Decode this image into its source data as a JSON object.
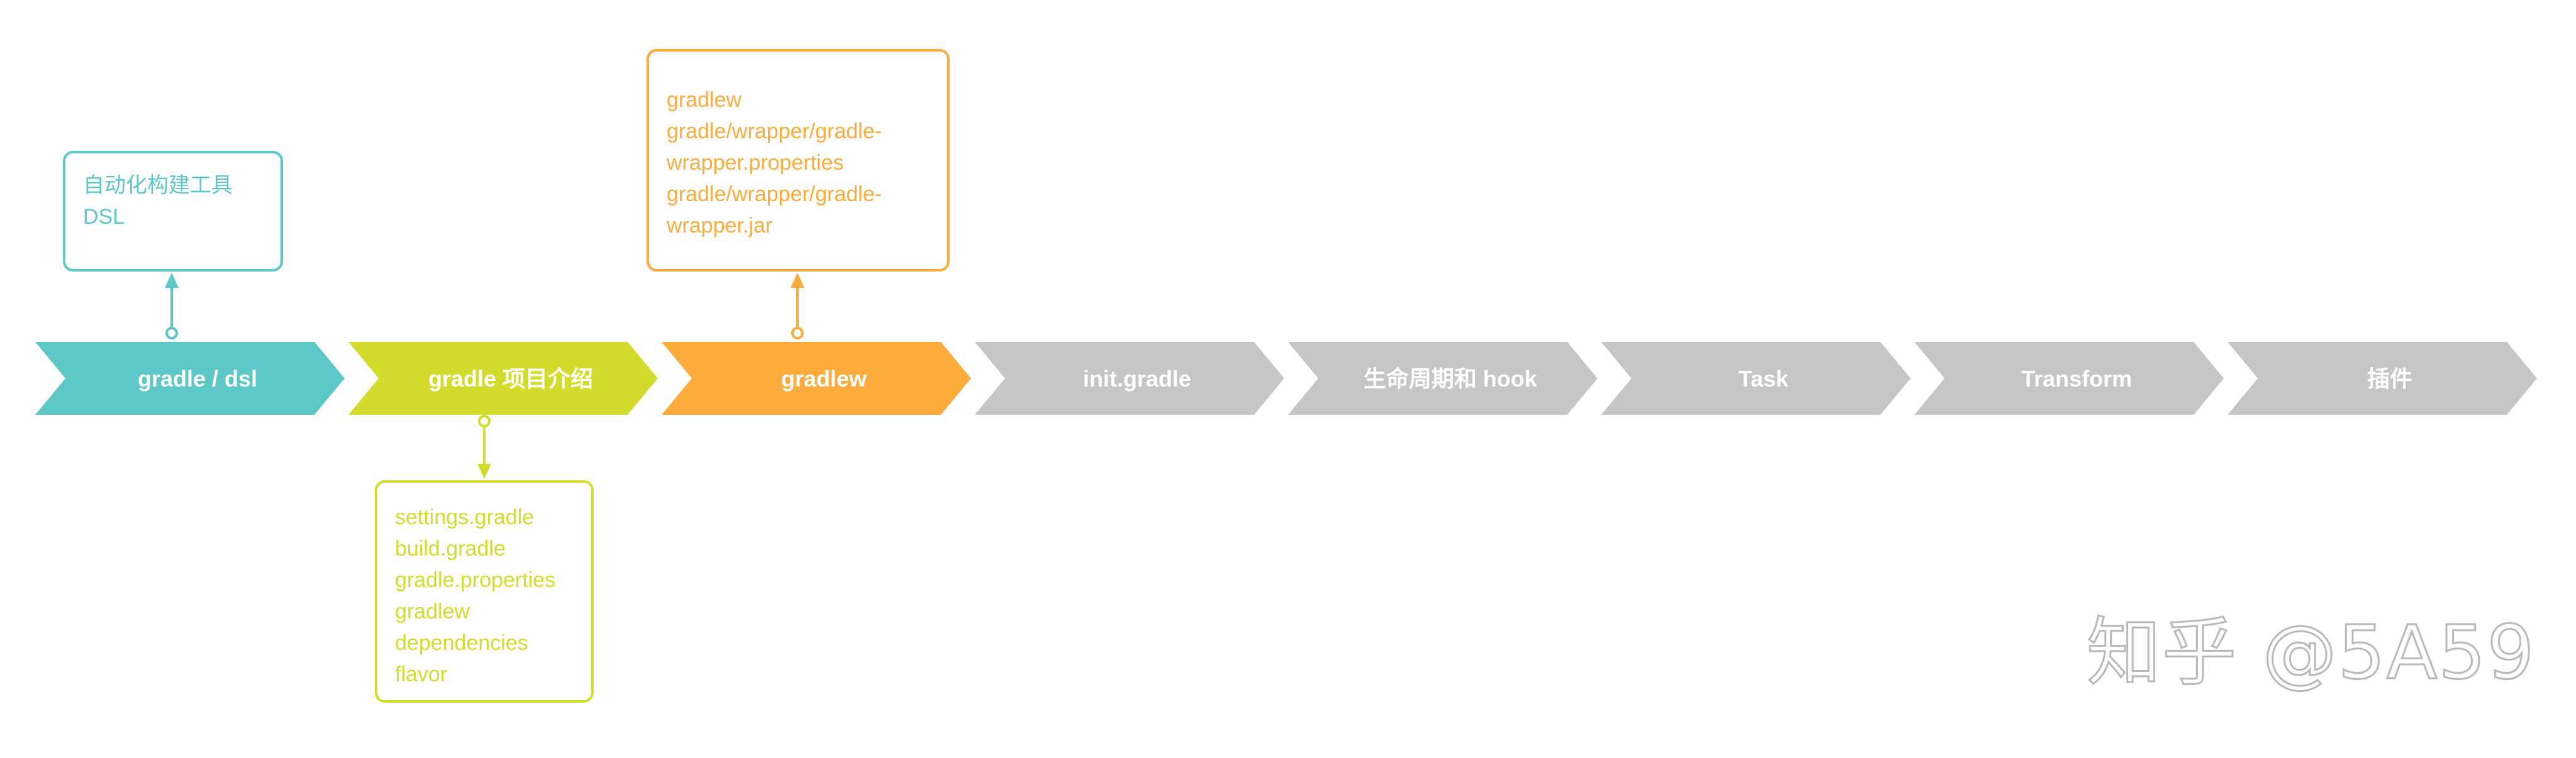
{
  "colors": {
    "teal": "#5ec8c9",
    "lime": "#d3dc2c",
    "orange": "#fbac3c",
    "gray": "#c6c6c6",
    "text_white": "#ffffff"
  },
  "steps": [
    {
      "label": "gradle / dsl",
      "color": "#5ec8c9"
    },
    {
      "label": "gradle 项目介绍",
      "color": "#d3dc2c"
    },
    {
      "label": "gradlew",
      "color": "#fbac3c"
    },
    {
      "label": "init.gradle",
      "color": "#c6c6c6"
    },
    {
      "label": "生命周期和 hook",
      "color": "#c6c6c6"
    },
    {
      "label": "Task",
      "color": "#c6c6c6"
    },
    {
      "label": "Transform",
      "color": "#c6c6c6"
    },
    {
      "label": "插件",
      "color": "#c6c6c6"
    }
  ],
  "notes": {
    "dsl": {
      "lines": [
        "自动化构建工具",
        "DSL"
      ],
      "color": "#5ec8c9"
    },
    "project": {
      "lines": [
        "settings.gradle",
        "build.gradle",
        "gradle.properties",
        "gradlew",
        "dependencies",
        "flavor"
      ],
      "color": "#d3dc2c"
    },
    "gradlew": {
      "lines": [
        "gradlew",
        "gradle/wrapper/gradle-",
        "wrapper.properties",
        "gradle/wrapper/gradle-",
        "wrapper.jar"
      ],
      "color": "#fbac3c"
    }
  },
  "watermark": "知乎 @5A59"
}
